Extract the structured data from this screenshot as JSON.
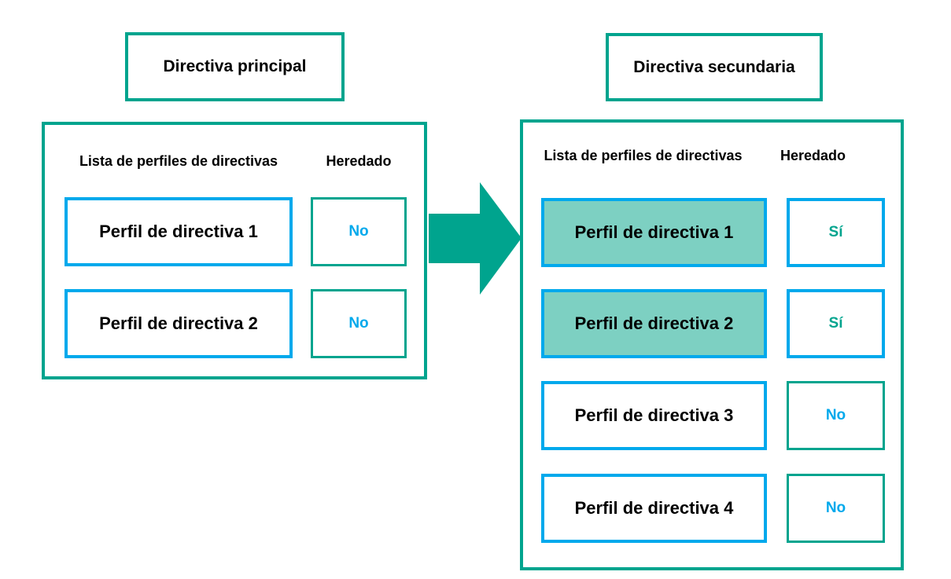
{
  "colors": {
    "teal": "#00A48E",
    "blue": "#00A9EC",
    "teal_fill": "#7DD0C2",
    "text": "#000000",
    "background": "#FFFFFF"
  },
  "main_policy": {
    "title": "Directiva principal",
    "list_header": "Lista de perfiles de directivas",
    "inherited_header": "Heredado",
    "rows": [
      {
        "profile": "Perfil de directiva 1",
        "inherited": "No",
        "highlighted": false
      },
      {
        "profile": "Perfil de directiva 2",
        "inherited": "No",
        "highlighted": false
      }
    ]
  },
  "secondary_policy": {
    "title": "Directiva secundaria",
    "list_header": "Lista de perfiles de directivas",
    "inherited_header": "Heredado",
    "rows": [
      {
        "profile": "Perfil de directiva 1",
        "inherited": "Sí",
        "highlighted": true
      },
      {
        "profile": "Perfil de directiva 2",
        "inherited": "Sí",
        "highlighted": true
      },
      {
        "profile": "Perfil de directiva 3",
        "inherited": "No",
        "highlighted": false
      },
      {
        "profile": "Perfil de directiva 4",
        "inherited": "No",
        "highlighted": false
      }
    ]
  },
  "arrow": {
    "meaning": "inheritance from main policy to secondary policy"
  }
}
